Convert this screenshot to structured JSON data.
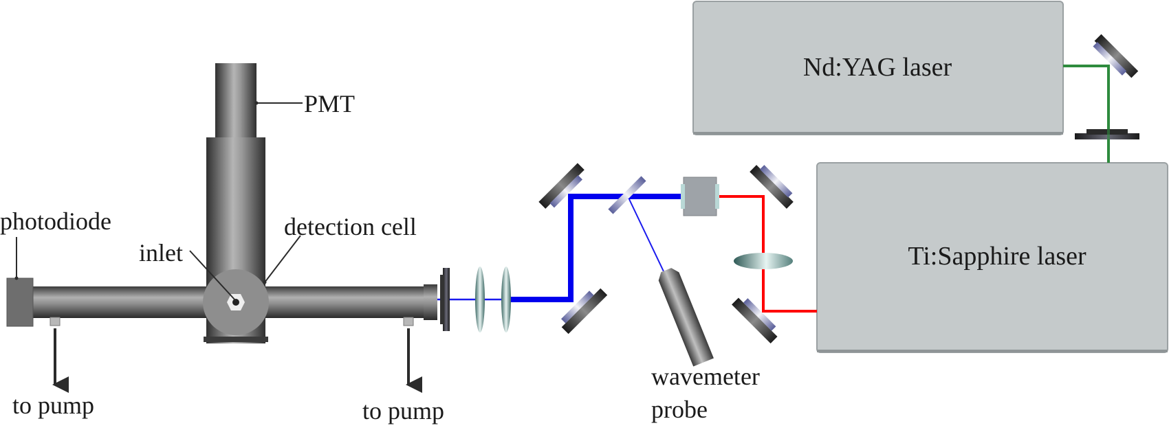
{
  "diagram": {
    "title": "Laser-induced fluorescence detection setup",
    "components": {
      "nd_yag_laser": "Nd:YAG laser",
      "ti_sapphire_laser": "Ti:Sapphire laser",
      "pmt": "PMT",
      "photodiode": "photodiode",
      "inlet": "inlet",
      "detection_cell": "detection cell",
      "to_pump_left": "to pump",
      "to_pump_right": "to pump",
      "wavemeter_line1": "wavemeter",
      "wavemeter_line2": "probe"
    },
    "beams": {
      "pump_beam_color": "#2e8b3e",
      "fundamental_beam_color": "#ff0000",
      "uv_beam_color": "#0000ee"
    },
    "colors": {
      "laser_box": "#c5cacb",
      "laser_box_edge": "#9aa0a2",
      "metal_dark": "#3c3c3c",
      "metal_light": "#b4b4b4",
      "cell_face": "#8e8e8e"
    }
  }
}
